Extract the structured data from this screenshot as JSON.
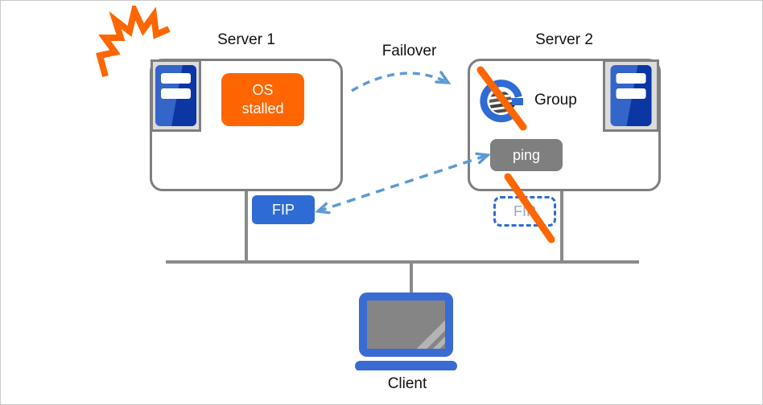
{
  "diagram": {
    "type": "failover-cluster-diagram",
    "labels": {
      "server1": "Server 1",
      "server2": "Server 2",
      "failover": "Failover",
      "os_stalled_line1": "OS",
      "os_stalled_line2": "stalled",
      "group": "Group",
      "ping": "ping",
      "fip_active": "FIP",
      "fip_standby": "FIP",
      "client": "Client"
    },
    "colors": {
      "alert_orange": "#FF6600",
      "primary_blue": "#2F6BD4",
      "server_navy": "#0B36A4",
      "dashed_arrow_blue": "#5B9BD5",
      "network_gray": "#8A8A8A",
      "ping_gray": "#7F7F7F",
      "box_border_gray": "#7F7F7F"
    },
    "icons": [
      "explosion-burst-icon",
      "server-tower-icon",
      "group-g-logo-icon",
      "disabled-slash-icon",
      "failover-arrow-icon",
      "fip-ping-dashed-arrow-icon",
      "laptop-icon"
    ]
  }
}
